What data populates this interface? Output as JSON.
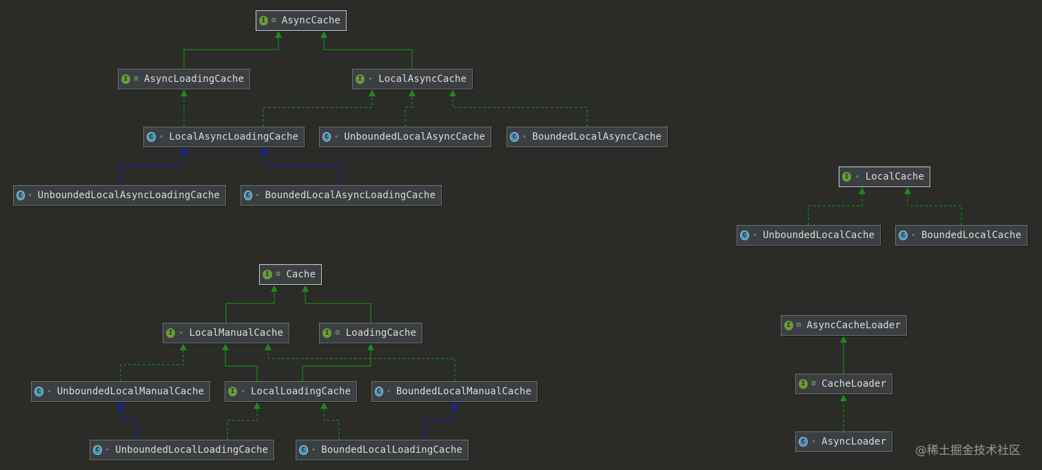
{
  "nodes": [
    {
      "id": "asynccache",
      "label": "AsyncCache",
      "kind": "interface",
      "kind_letter": "I",
      "vis": "public",
      "root": true
    },
    {
      "id": "asyncloadingcache",
      "label": "AsyncLoadingCache",
      "kind": "interface",
      "kind_letter": "I",
      "vis": "public"
    },
    {
      "id": "localasynccache",
      "label": "LocalAsyncCache",
      "kind": "interface",
      "kind_letter": "I",
      "vis": "package"
    },
    {
      "id": "localasyncloadingcache",
      "label": "LocalAsyncLoadingCache",
      "kind": "abstract-class",
      "kind_letter": "C",
      "vis": "package"
    },
    {
      "id": "unboundedlocalasynccache",
      "label": "UnboundedLocalAsyncCache",
      "kind": "class",
      "kind_letter": "C",
      "vis": "package"
    },
    {
      "id": "boundedlocalasynccache",
      "label": "BoundedLocalAsyncCache",
      "kind": "class",
      "kind_letter": "C",
      "vis": "package"
    },
    {
      "id": "unboundedlocalasyncloadingcache",
      "label": "UnboundedLocalAsyncLoadingCache",
      "kind": "class",
      "kind_letter": "C",
      "vis": "package"
    },
    {
      "id": "boundedlocalasyncloadingcache",
      "label": "BoundedLocalAsyncLoadingCache",
      "kind": "class",
      "kind_letter": "C",
      "vis": "package"
    },
    {
      "id": "localcache",
      "label": "LocalCache",
      "kind": "interface",
      "kind_letter": "I",
      "vis": "package",
      "root": true
    },
    {
      "id": "unboundedlocalcache",
      "label": "UnboundedLocalCache",
      "kind": "class",
      "kind_letter": "C",
      "vis": "package"
    },
    {
      "id": "boundedlocalcache",
      "label": "BoundedLocalCache",
      "kind": "class",
      "kind_letter": "C",
      "vis": "package"
    },
    {
      "id": "cache",
      "label": "Cache",
      "kind": "interface",
      "kind_letter": "I",
      "vis": "public",
      "root": true
    },
    {
      "id": "localmanualcache",
      "label": "LocalManualCache",
      "kind": "interface",
      "kind_letter": "I",
      "vis": "package"
    },
    {
      "id": "loadingcache",
      "label": "LoadingCache",
      "kind": "interface",
      "kind_letter": "I",
      "vis": "public"
    },
    {
      "id": "unboundedlocalmanualcache",
      "label": "UnboundedLocalManualCache",
      "kind": "class",
      "kind_letter": "C",
      "vis": "package"
    },
    {
      "id": "localloadingcache",
      "label": "LocalLoadingCache",
      "kind": "interface",
      "kind_letter": "I",
      "vis": "package"
    },
    {
      "id": "boundedlocalmanualcache",
      "label": "BoundedLocalManualCache",
      "kind": "class",
      "kind_letter": "C",
      "vis": "package"
    },
    {
      "id": "unboundedlocalloadingcache",
      "label": "UnboundedLocalLoadingCache",
      "kind": "class",
      "kind_letter": "C",
      "vis": "package"
    },
    {
      "id": "boundedlocalloadingcache",
      "label": "BoundedLocalLoadingCache",
      "kind": "class",
      "kind_letter": "C",
      "vis": "package"
    },
    {
      "id": "asynccacheloader",
      "label": "AsyncCacheLoader",
      "kind": "interface",
      "kind_letter": "I",
      "vis": "public"
    },
    {
      "id": "cacheloader",
      "label": "CacheLoader",
      "kind": "interface",
      "kind_letter": "I",
      "vis": "public"
    },
    {
      "id": "asyncloader",
      "label": "AsyncLoader",
      "kind": "class",
      "kind_letter": "C",
      "vis": "package"
    }
  ],
  "edges": [
    {
      "from": "asyncloadingcache",
      "to": "asynccache",
      "type": "extends"
    },
    {
      "from": "localasynccache",
      "to": "asynccache",
      "type": "extends"
    },
    {
      "from": "localasyncloadingcache",
      "to": "asyncloadingcache",
      "type": "implements"
    },
    {
      "from": "localasyncloadingcache",
      "to": "localasynccache",
      "type": "implements"
    },
    {
      "from": "unboundedlocalasynccache",
      "to": "localasynccache",
      "type": "implements"
    },
    {
      "from": "boundedlocalasynccache",
      "to": "localasynccache",
      "type": "implements"
    },
    {
      "from": "unboundedlocalasyncloadingcache",
      "to": "localasyncloadingcache",
      "type": "class-extends"
    },
    {
      "from": "boundedlocalasyncloadingcache",
      "to": "localasyncloadingcache",
      "type": "class-extends"
    },
    {
      "from": "unboundedlocalcache",
      "to": "localcache",
      "type": "implements"
    },
    {
      "from": "boundedlocalcache",
      "to": "localcache",
      "type": "implements"
    },
    {
      "from": "localmanualcache",
      "to": "cache",
      "type": "extends"
    },
    {
      "from": "loadingcache",
      "to": "cache",
      "type": "extends"
    },
    {
      "from": "unboundedlocalmanualcache",
      "to": "localmanualcache",
      "type": "implements"
    },
    {
      "from": "localloadingcache",
      "to": "localmanualcache",
      "type": "extends"
    },
    {
      "from": "localloadingcache",
      "to": "loadingcache",
      "type": "extends"
    },
    {
      "from": "boundedlocalmanualcache",
      "to": "localmanualcache",
      "type": "implements"
    },
    {
      "from": "unboundedlocalloadingcache",
      "to": "unboundedlocalmanualcache",
      "type": "class-extends"
    },
    {
      "from": "unboundedlocalloadingcache",
      "to": "localloadingcache",
      "type": "implements"
    },
    {
      "from": "boundedlocalloadingcache",
      "to": "localloadingcache",
      "type": "implements"
    },
    {
      "from": "boundedlocalloadingcache",
      "to": "boundedlocalmanualcache",
      "type": "class-extends"
    },
    {
      "from": "cacheloader",
      "to": "asynccacheloader",
      "type": "extends"
    },
    {
      "from": "asyncloader",
      "to": "cacheloader",
      "type": "implements"
    }
  ],
  "colors": {
    "background": "#2b2b27",
    "interface_extends": "#1b8a1b",
    "class_extends": "#1a22a8"
  },
  "watermark": "@稀土掘金技术社区"
}
